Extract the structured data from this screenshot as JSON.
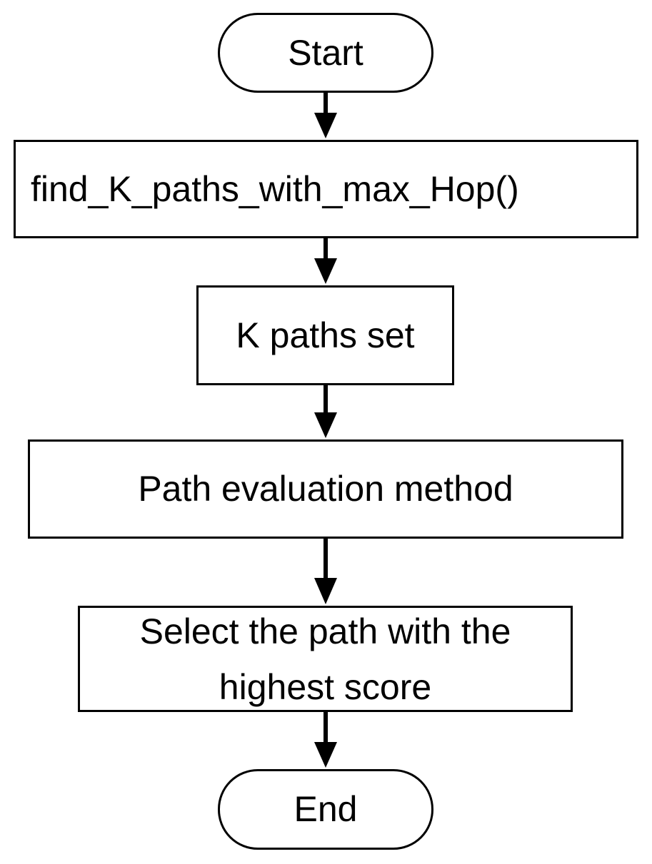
{
  "flowchart": {
    "start": {
      "label": "Start"
    },
    "step1": {
      "label": "find_K_paths_with_max_Hop()"
    },
    "step2": {
      "label": "K paths set"
    },
    "step3": {
      "label": "Path evaluation method"
    },
    "step4": {
      "label": "Select the path with the highest score"
    },
    "end": {
      "label": "End"
    }
  },
  "style": {
    "line_color": "#000000",
    "fill_color": "#ffffff"
  }
}
